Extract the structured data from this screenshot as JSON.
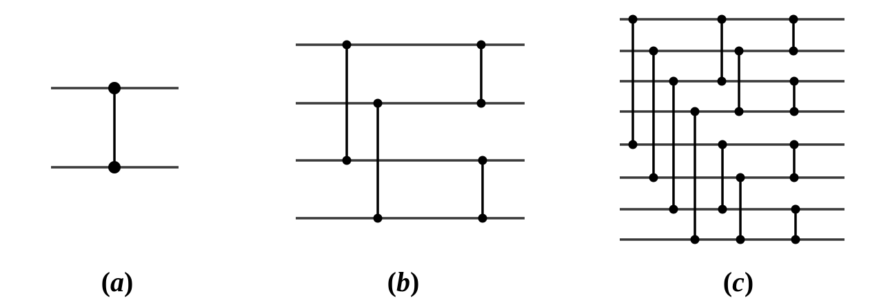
{
  "panels": [
    {
      "id": "a",
      "label_open": "(",
      "label_var": "a",
      "label_close": ")",
      "wire_count": 2,
      "gates": [
        [
          0,
          1
        ]
      ]
    },
    {
      "id": "b",
      "label_open": "(",
      "label_var": "b",
      "label_close": ")",
      "wire_count": 4,
      "gates": [
        [
          0,
          2
        ],
        [
          1,
          3
        ],
        [
          0,
          1
        ],
        [
          2,
          3
        ]
      ]
    },
    {
      "id": "c",
      "label_open": "(",
      "label_var": "c",
      "label_close": ")",
      "wire_count": 8,
      "gates": [
        [
          0,
          4
        ],
        [
          1,
          5
        ],
        [
          2,
          6
        ],
        [
          3,
          7
        ],
        [
          0,
          2
        ],
        [
          1,
          3
        ],
        [
          4,
          6
        ],
        [
          5,
          7
        ],
        [
          0,
          1
        ],
        [
          2,
          3
        ],
        [
          4,
          5
        ],
        [
          6,
          7
        ]
      ]
    }
  ],
  "colors": {
    "wire": "#3a3a3a",
    "gate": "#000000",
    "background": "#ffffff"
  }
}
